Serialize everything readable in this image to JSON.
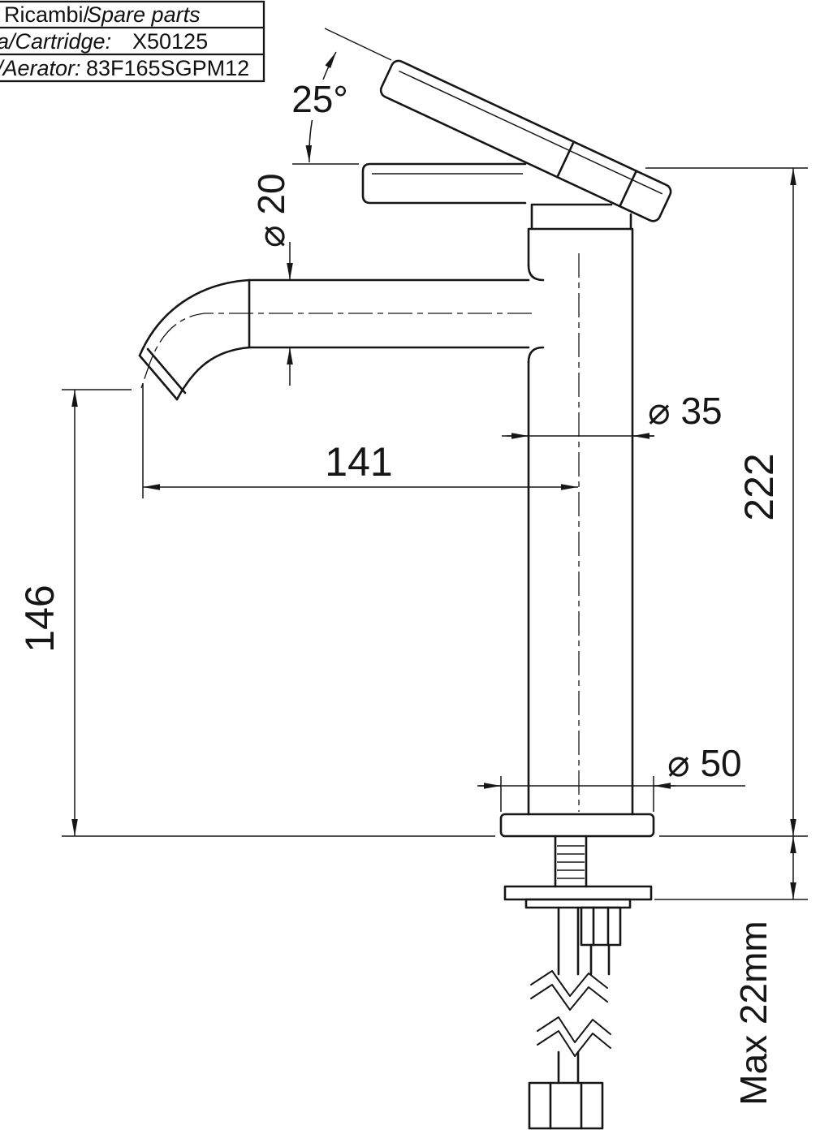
{
  "title_block": {
    "row1": {
      "regular": "Ricambi/",
      "italic": "Spare parts"
    },
    "row2": {
      "label": "a/Cartridge:",
      "value": "X50125"
    },
    "row3": {
      "label": "/Aerator:",
      "value": "83F165SGPM12"
    }
  },
  "dimensions": {
    "handle_angle": "25°",
    "spout_diameter": "⌀ 20",
    "spout_reach": "141",
    "outlet_height": "146",
    "total_height": "222",
    "body_diameter": "⌀ 35",
    "base_diameter": "⌀ 50",
    "max_deck_thickness": "Max 22mm"
  },
  "drawing": {
    "subject": "single-lever tall basin mixer tap, side elevation with mounting hardware"
  }
}
